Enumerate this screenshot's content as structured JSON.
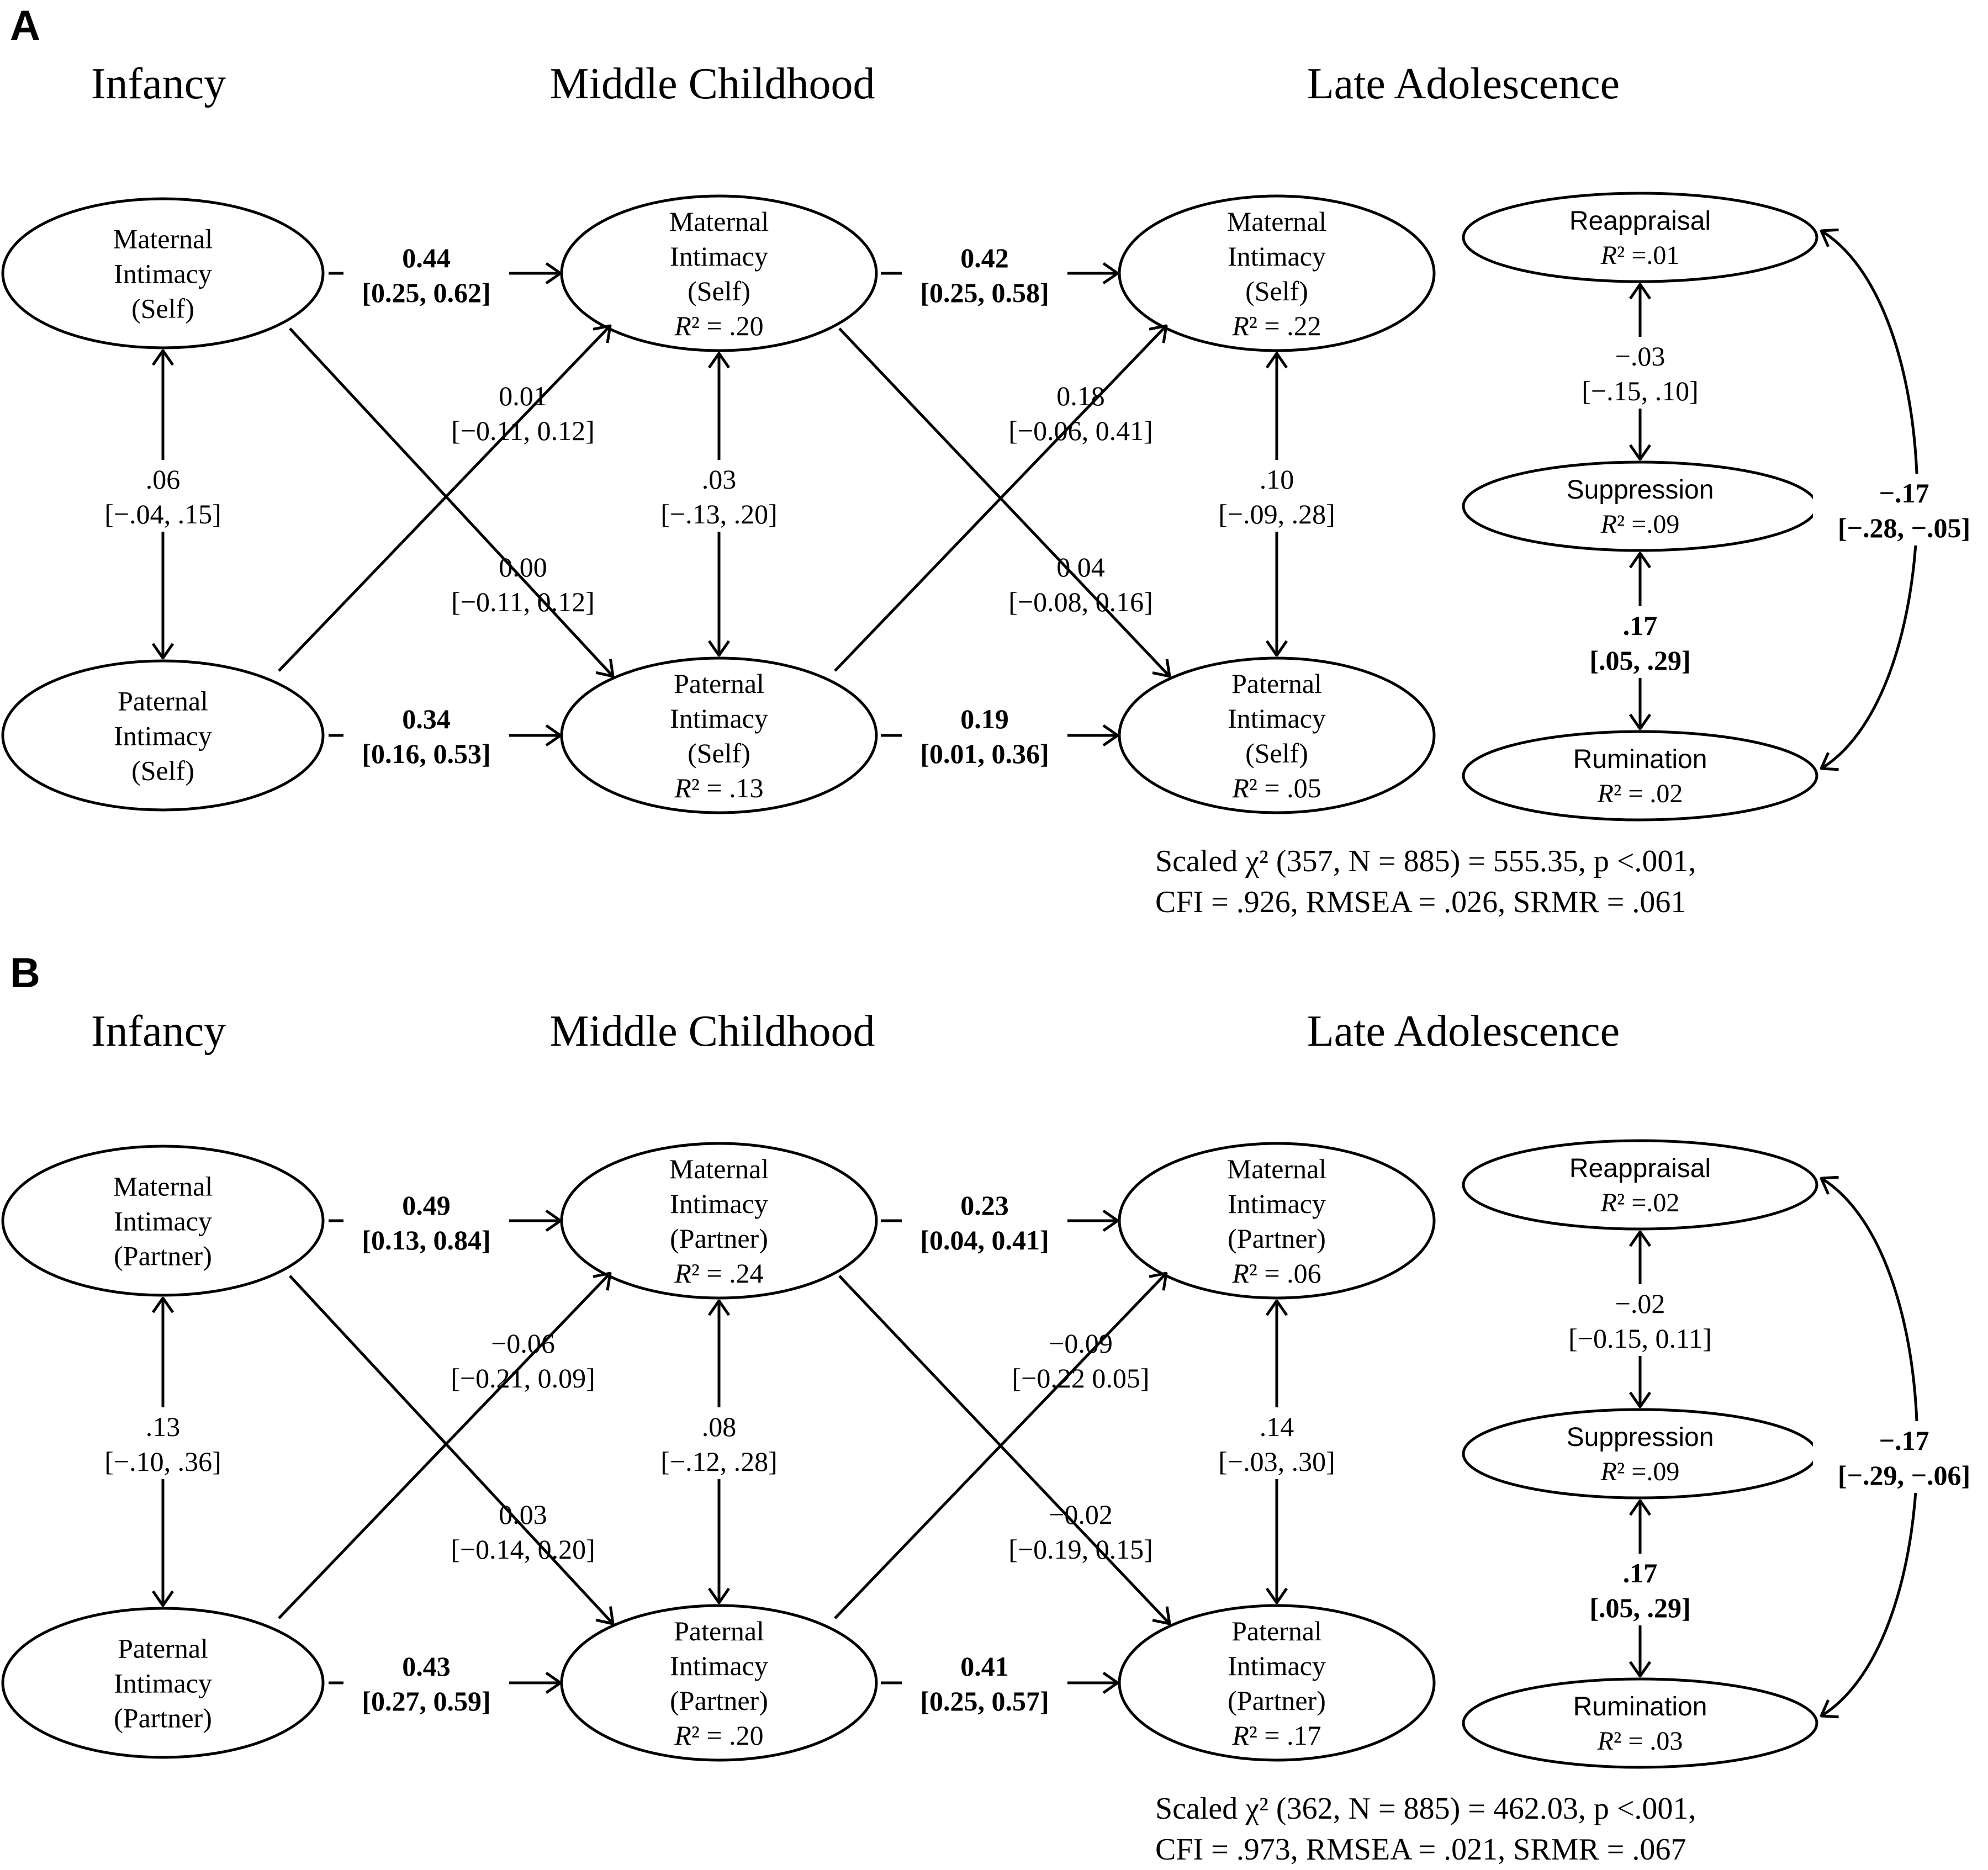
{
  "panels": [
    {
      "letter": "A",
      "periods": [
        "Infancy",
        "Middle Childhood",
        "Late Adolescence"
      ],
      "nodes": {
        "mi1": [
          "Maternal",
          "Intimacy",
          "(Self)"
        ],
        "pi1": [
          "Paternal",
          "Intimacy",
          "(Self)"
        ],
        "mi2": [
          "Maternal",
          "Intimacy",
          "(Self)",
          "R² = .20"
        ],
        "pi2": [
          "Paternal",
          "Intimacy",
          "(Self)",
          "R² = .13"
        ],
        "mi3": [
          "Maternal",
          "Intimacy",
          "(Self)",
          "R² = .22"
        ],
        "pi3": [
          "Paternal",
          "Intimacy",
          "(Self)",
          "R² = .05"
        ],
        "reap": [
          "Reappraisal",
          "R² =.01"
        ],
        "supp": [
          "Suppression",
          "R² =.09"
        ],
        "rum": [
          "Rumination",
          "R² = .02"
        ]
      },
      "paths": {
        "mi1_mi2": [
          "0.44",
          "[0.25, 0.62]"
        ],
        "pi1_pi2": [
          "0.34",
          "[0.16, 0.53]"
        ],
        "mi2_mi3": [
          "0.42",
          "[0.25, 0.58]"
        ],
        "pi2_pi3": [
          "0.19",
          "[0.01, 0.36]"
        ],
        "pi1_mi2": [
          "0.01",
          "[−0.11, 0.12]"
        ],
        "mi1_pi2": [
          "0.00",
          "[−0.11, 0.12]"
        ],
        "pi2_mi3": [
          "0.18",
          "[−0.06, 0.41]"
        ],
        "mi2_pi3": [
          "0.04",
          "[−0.08, 0.16]"
        ],
        "cov1": [
          ".06",
          "[−.04, .15]"
        ],
        "cov2": [
          ".03",
          "[−.13, .20]"
        ],
        "cov3": [
          ".10",
          "[−.09, .28]"
        ],
        "reap_supp": [
          "−.03",
          "[−.15, .10]"
        ],
        "supp_rum": [
          ".17",
          "[.05, .29]"
        ],
        "reap_rum": [
          "−.17",
          "[−.28, −.05]"
        ]
      },
      "fit": [
        "Scaled χ² (357, N = 885) = 555.35, p <.001,",
        "CFI = .926, RMSEA = .026, SRMR = .061"
      ]
    },
    {
      "letter": "B",
      "periods": [
        "Infancy",
        "Middle Childhood",
        "Late Adolescence"
      ],
      "nodes": {
        "mi1": [
          "Maternal",
          "Intimacy",
          "(Partner)"
        ],
        "pi1": [
          "Paternal",
          "Intimacy",
          "(Partner)"
        ],
        "mi2": [
          "Maternal",
          "Intimacy",
          "(Partner)",
          "R² = .24"
        ],
        "pi2": [
          "Paternal",
          "Intimacy",
          "(Partner)",
          "R² = .20"
        ],
        "mi3": [
          "Maternal",
          "Intimacy",
          "(Partner)",
          "R² = .06"
        ],
        "pi3": [
          "Paternal",
          "Intimacy",
          "(Partner)",
          "R² = .17"
        ],
        "reap": [
          "Reappraisal",
          "R² =.02"
        ],
        "supp": [
          "Suppression",
          "R² =.09"
        ],
        "rum": [
          "Rumination",
          "R² = .03"
        ]
      },
      "paths": {
        "mi1_mi2": [
          "0.49",
          "[0.13, 0.84]"
        ],
        "pi1_pi2": [
          "0.43",
          "[0.27, 0.59]"
        ],
        "mi2_mi3": [
          "0.23",
          "[0.04, 0.41]"
        ],
        "pi2_pi3": [
          "0.41",
          "[0.25, 0.57]"
        ],
        "pi1_mi2": [
          "−0.06",
          "[−0.21, 0.09]"
        ],
        "mi1_pi2": [
          "0.03",
          "[−0.14, 0.20]"
        ],
        "pi2_mi3": [
          "−0.09",
          "[−0.22 0.05]"
        ],
        "mi2_pi3": [
          "−0.02",
          "[−0.19, 0.15]"
        ],
        "cov1": [
          ".13",
          "[−.10, .36]"
        ],
        "cov2": [
          ".08",
          "[−.12, .28]"
        ],
        "cov3": [
          ".14",
          "[−.03, .30]"
        ],
        "reap_supp": [
          "−.02",
          "[−0.15, 0.11]"
        ],
        "supp_rum": [
          ".17",
          "[.05, .29]"
        ],
        "reap_rum": [
          "−.17",
          "[−.29, −.06]"
        ]
      },
      "fit": [
        "Scaled χ² (362, N = 885) = 462.03, p <.001,",
        "CFI = .973, RMSEA = .021, SRMR = .067"
      ]
    }
  ]
}
